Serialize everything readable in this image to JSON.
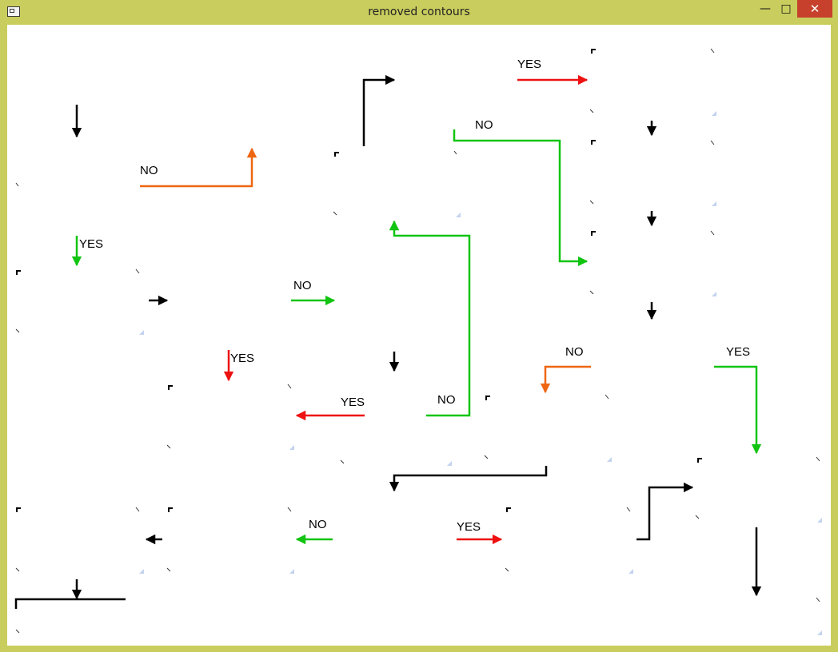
{
  "window": {
    "title": "removed contours",
    "icon": "app-window-icon",
    "controls": {
      "minimize": "—",
      "maximize": "□",
      "close": "✕"
    }
  },
  "canvas": {
    "labels": [
      {
        "id": "no_1",
        "text": "NO"
      },
      {
        "id": "yes_1",
        "text": "YES"
      },
      {
        "id": "no_2",
        "text": "NO"
      },
      {
        "id": "yes_2",
        "text": "YES"
      },
      {
        "id": "yes_3",
        "text": "YES"
      },
      {
        "id": "no_3",
        "text": "NO"
      },
      {
        "id": "no_4",
        "text": "NO"
      },
      {
        "id": "yes_4",
        "text": "YES"
      },
      {
        "id": "no_5",
        "text": "NO"
      },
      {
        "id": "yes_5",
        "text": "YES"
      },
      {
        "id": "no_6",
        "text": "NO"
      },
      {
        "id": "yes_6",
        "text": "YES"
      }
    ],
    "colors": {
      "black": "#000000",
      "green": "#11c411",
      "red": "#ee1111",
      "orange": "#ee6611",
      "corner_tint": "#c3d3ef"
    }
  }
}
